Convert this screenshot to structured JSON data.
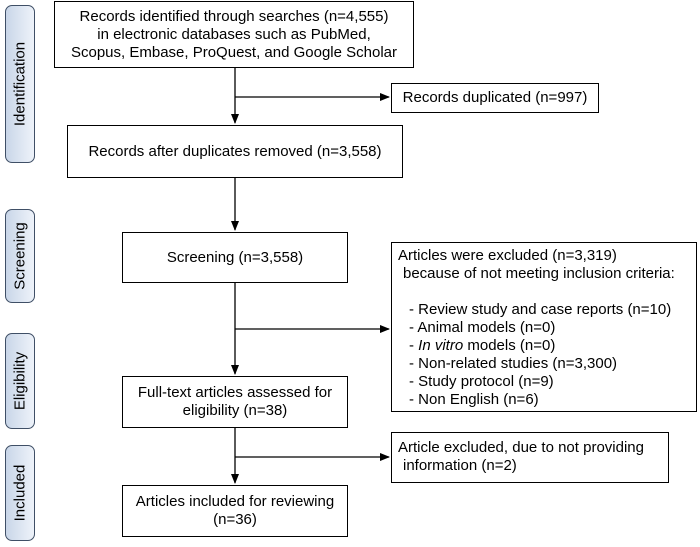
{
  "phases": {
    "identification": "Identification",
    "screening": "Screening",
    "eligibility": "Eligibility",
    "included": "Included"
  },
  "boxes": {
    "identified": {
      "lines": [
        "Records identified through searches (n=4,555)",
        "in electronic databases such as PubMed,",
        "Scopus, Embase, ProQuest, and Google Scholar"
      ]
    },
    "duplicated": {
      "text": "Records duplicated (n=997)"
    },
    "after_duplicates": {
      "text": "Records after duplicates removed (n=3,558)"
    },
    "screening": {
      "text": "Screening (n=3,558)"
    },
    "excluded_screening": {
      "title_lines": [
        "Articles were excluded (n=3,319)",
        "because of not meeting inclusion criteria:"
      ],
      "items": [
        {
          "prefix": "- ",
          "italic": "",
          "text": "Review study and case reports (n=10)"
        },
        {
          "prefix": "- ",
          "italic": "",
          "text": "Animal models (n=0)"
        },
        {
          "prefix": "- ",
          "italic": "In vitro",
          "text": " models (n=0)"
        },
        {
          "prefix": "- ",
          "italic": "",
          "text": "Non-related studies (n=3,300)"
        },
        {
          "prefix": "- ",
          "italic": "",
          "text": "Study protocol (n=9)"
        },
        {
          "prefix": "- ",
          "italic": "",
          "text": "Non English (n=6)"
        }
      ]
    },
    "full_text": {
      "lines": [
        "Full-text articles assessed for",
        "eligibility (n=38)"
      ]
    },
    "excluded_eligibility": {
      "lines": [
        "Article excluded, due to not providing",
        "information (n=2)"
      ]
    },
    "included": {
      "lines": [
        "Articles included for reviewing",
        "(n=36)"
      ]
    }
  }
}
